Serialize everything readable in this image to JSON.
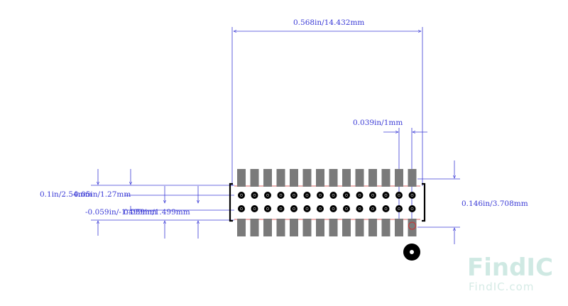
{
  "dimensions": {
    "width_label": "0.568in/14.432mm",
    "pitch_top_label": "0.039in/1mm",
    "height_right_label": "0.146in/3.708mm",
    "left_label_1": "0.1in/2.54mm",
    "left_label_2": "0.05in/1.27mm",
    "left_label_3": "-0.059in/-1.499mm",
    "left_label_4": "0.059in/1.499mm"
  },
  "footprint": {
    "columns": 14,
    "pad_color": "#7a7a7a",
    "pin_color": "#000000",
    "outline_color": "#000000",
    "dimension_color": "#3b3bd6",
    "keepout_color": "#cc3333"
  },
  "watermark": {
    "brand": "FindIC",
    "url": "FindIC.com"
  }
}
